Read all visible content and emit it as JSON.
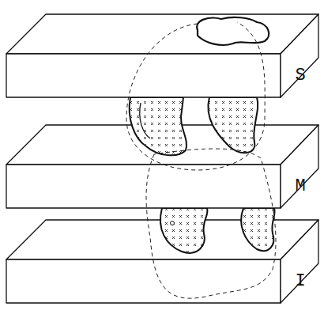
{
  "diagram": {
    "nodes": [
      {
        "text": [
          "S"
        ]
      },
      {
        "text": [
          "M"
        ]
      },
      {
        "text": [
          "I"
        ]
      }
    ]
  }
}
